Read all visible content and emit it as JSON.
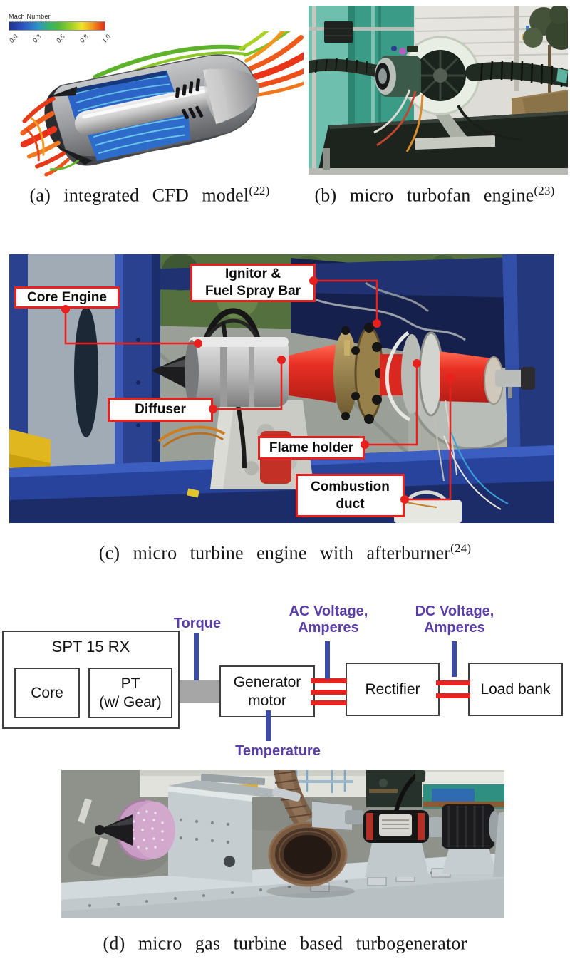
{
  "colorbar": {
    "title": "Mach Number",
    "ticks": [
      "0.0",
      "0.3",
      "0.5",
      "0.8",
      "1.0"
    ],
    "gradient_colors": [
      "#22328f",
      "#2b53c0",
      "#2f93c9",
      "#38b26a",
      "#a6d226",
      "#f0e428",
      "#f09a1e",
      "#e52817"
    ]
  },
  "captions": {
    "a": {
      "num": "(a)",
      "text": "integrated CFD model",
      "sup": "(22)"
    },
    "b": {
      "num": "(b)",
      "text": "micro turbofan engine",
      "sup": "(23)"
    },
    "c": {
      "num": "(c)",
      "text": "micro turbine engine with afterburner",
      "sup": "(24)"
    },
    "d": {
      "num": "(d)",
      "text": "micro gas turbine based turbogenerator",
      "sup": ""
    }
  },
  "engine_labels": {
    "core_engine": "Core Engine",
    "ignitor_1": "Ignitor &",
    "ignitor_2": "Fuel Spray Bar",
    "diffuser": "Diffuser",
    "flame_holder": "Flame holder",
    "combustion_1": "Combustion",
    "combustion_2": "duct",
    "label_border_color": "#e8201e"
  },
  "diagram": {
    "assembly_title": "SPT 15 RX",
    "core": "Core",
    "pt_1": "PT",
    "pt_2": "(w/ Gear)",
    "generator_1": "Generator",
    "generator_2": "motor",
    "rectifier": "Rectifier",
    "load_bank": "Load bank",
    "torque": "Torque",
    "ac_1": "AC Voltage,",
    "ac_2": "Amperes",
    "dc_1": "DC Voltage,",
    "dc_2": "Amperes",
    "temperature": "Temperature",
    "colors": {
      "sensor_text": "#5b3da8",
      "sensor_line": "#3b4ba6",
      "bus": "#e62421",
      "shaft": "#a6a6a6",
      "box_border": "#3f3f3f"
    }
  }
}
